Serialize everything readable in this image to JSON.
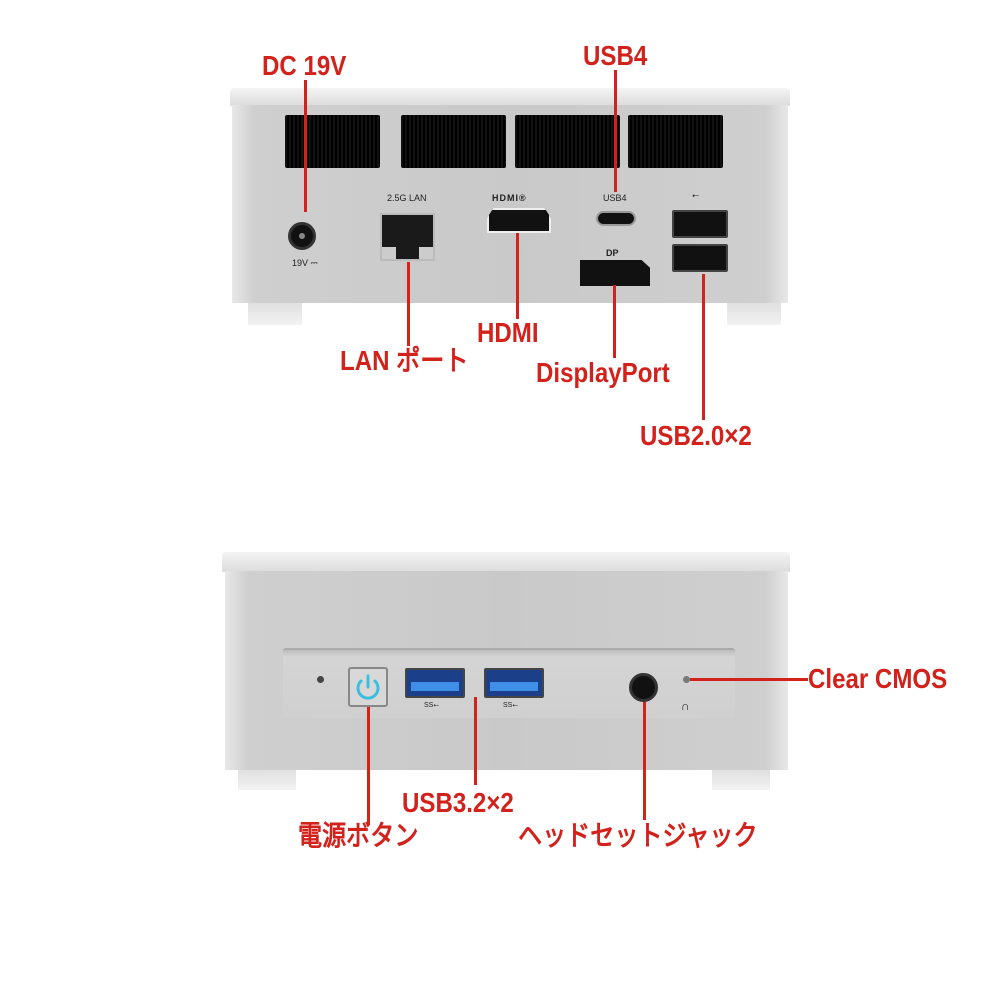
{
  "rear": {
    "port_labels": {
      "dc": "19V ⎓",
      "lan": "2.5G LAN",
      "hdmi": "HDMI®",
      "usb4": "USB4",
      "dp": "DP",
      "usb": "⭠"
    },
    "callouts": {
      "dc": "DC 19V",
      "usb4": "USB4",
      "lan": "LAN ポート",
      "hdmi": "HDMI",
      "dp": "DisplayPort",
      "usb2": "USB2.0×2"
    }
  },
  "front": {
    "port_labels": {
      "ss1": "SS⭠",
      "ss2": "SS⭠",
      "headphone": "∩"
    },
    "callouts": {
      "cmos": "Clear CMOS",
      "power": "電源ボタン",
      "usb3": "USB3.2×2",
      "jack": "ヘッドセットジャック"
    }
  },
  "colors": {
    "callout": "#d3211b",
    "power_icon": "#3bbfe0",
    "usb3": "#2a6fd6"
  }
}
